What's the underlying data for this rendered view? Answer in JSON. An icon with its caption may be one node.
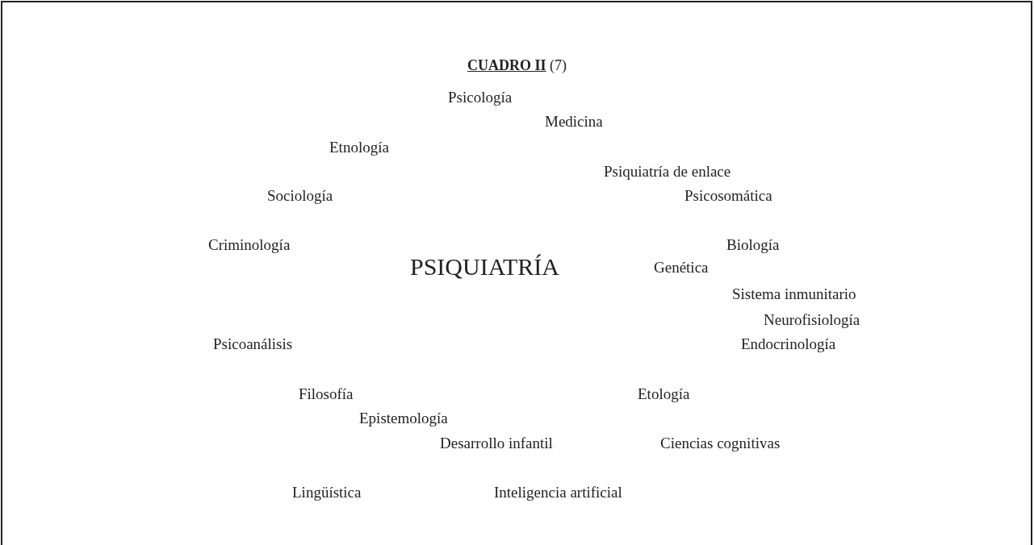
{
  "diagram": {
    "title": "**CUADRO II** (7)",
    "labels": [
      "Psicología",
      "Medicina",
      "Etnología",
      "Psiquiatría de enlace",
      "Sociología",
      "Psicosomática",
      "Criminología",
      "Biología",
      "PSIQUIATRÍA",
      "Genética",
      "Sistema inmunitario",
      "Neurofisiología",
      "Psicoanálisis",
      "Endocrinología",
      "Filosofía",
      "Etología",
      "Epistemología",
      "Desarrollo infantil",
      "Ciencias cognitivas",
      "Lingüística",
      "Inteligencia artificial"
    ]
  }
}
